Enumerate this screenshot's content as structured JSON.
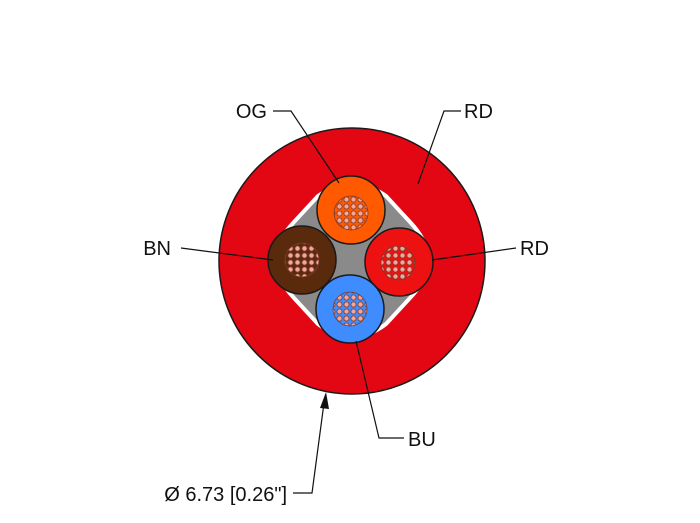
{
  "labels": {
    "og": "OG",
    "rd_top": "RD",
    "bn": "BN",
    "rd_right": "RD",
    "bu": "BU",
    "diameter": "Ø 6.73 [0.26\"]"
  },
  "colors": {
    "jacket": "#e30613",
    "filler": "#8a8a8a",
    "core_og": "#ff5a00",
    "core_rd": "#ee1111",
    "core_bn": "#5a2a0c",
    "core_bu": "#3f8cff",
    "strand": "#f2a598"
  },
  "cores": [
    "OG",
    "RD",
    "BN",
    "BU"
  ]
}
